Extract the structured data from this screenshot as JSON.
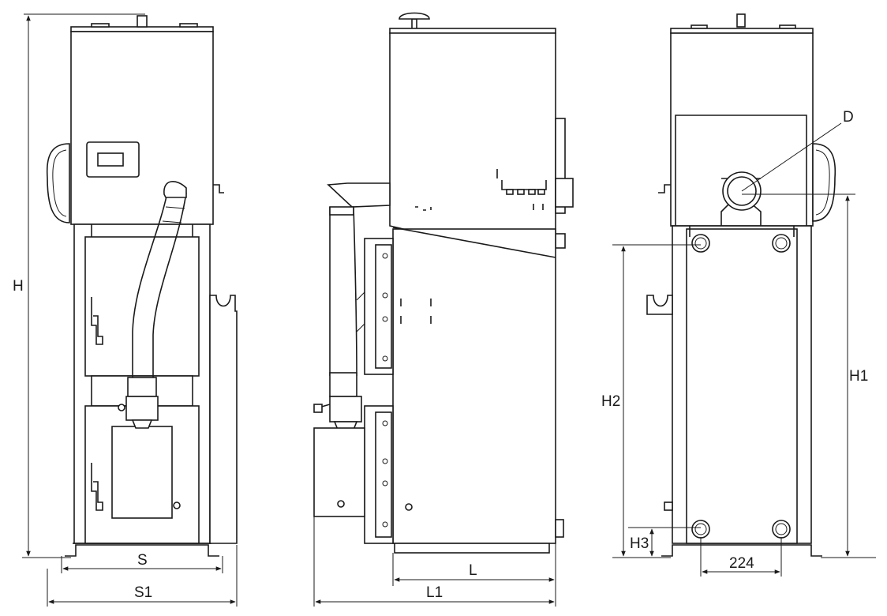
{
  "views": {
    "front": {
      "height_label": "H",
      "width_label": "S",
      "overall_width_label": "S1"
    },
    "side": {
      "depth_label": "L",
      "overall_depth_label": "L1"
    },
    "rear": {
      "flue_label": "D",
      "flue_height_label": "H1",
      "connection_height_label": "H2",
      "lower_connection_height_label": "H3",
      "connection_spacing_label": "224"
    }
  },
  "colors": {
    "line": "#1a1a1a",
    "background": "#ffffff"
  }
}
